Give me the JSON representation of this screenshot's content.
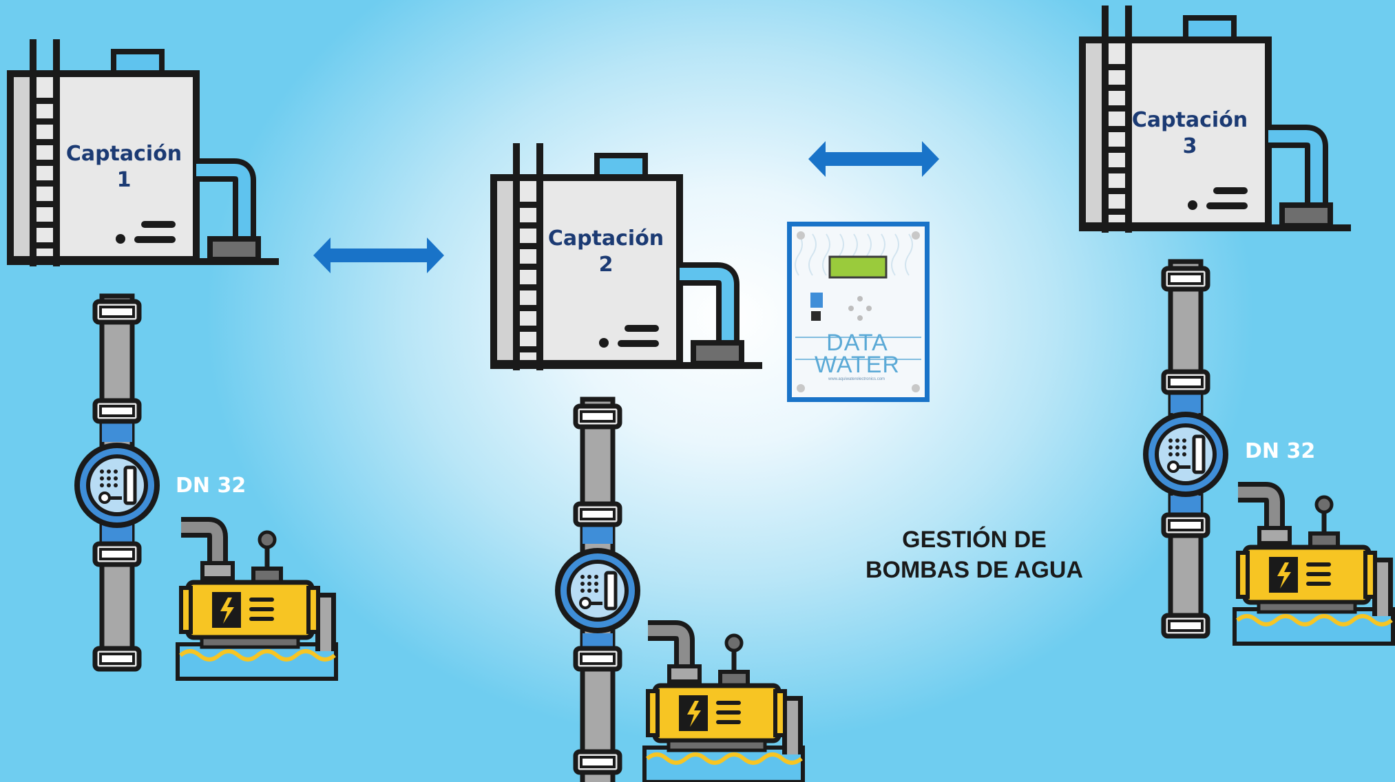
{
  "title": {
    "line1": "GESTIÓN DE",
    "line2": "BOMBAS DE AGUA"
  },
  "stations": [
    {
      "name": "Captación",
      "number": "1",
      "meter": "DN 32"
    },
    {
      "name": "Captación",
      "number": "2",
      "meter": ""
    },
    {
      "name": "Captación",
      "number": "3",
      "meter": "DN 32"
    }
  ],
  "controller": {
    "brand_line1": "DATA",
    "brand_line2": "WATER",
    "url": "www.aquiwaterelectronics.com"
  },
  "colors": {
    "tank_body": "#e8e8e8",
    "outline": "#1a1a1a",
    "pipe_blue": "#5fc3ee",
    "meter_blue": "#3f8ed8",
    "pump_yellow": "#f7c523",
    "arrow_blue": "#1973c8",
    "label_blue": "#1b3a73",
    "lcd_green": "#9acb3c"
  }
}
